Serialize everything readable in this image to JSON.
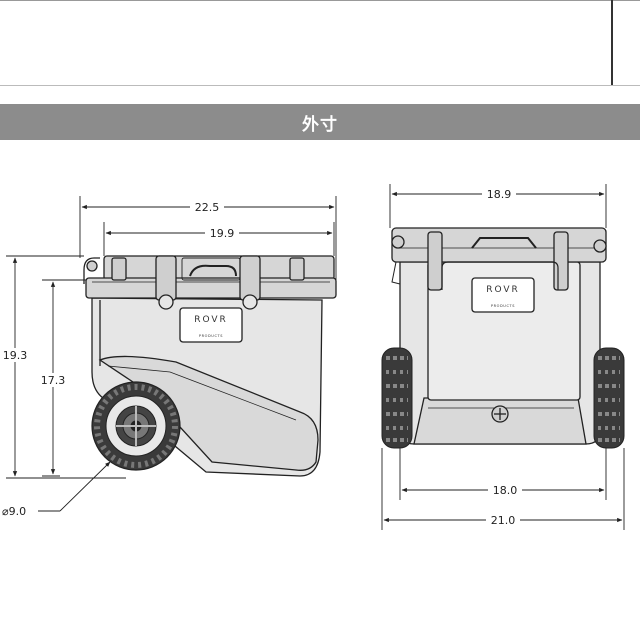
{
  "header": {
    "title": "外寸"
  },
  "side_view": {
    "overall_length": "22.5",
    "body_length": "19.9",
    "overall_height": "19.3",
    "body_height": "17.3",
    "wheel_diameter": "⌀9.0"
  },
  "front_view": {
    "lid_width": "18.9",
    "wheelbase_width": "18.0",
    "overall_width": "21.0"
  },
  "brand": {
    "logo": "ROVR",
    "sub": "PRODUCTS"
  },
  "colors": {
    "band": "#8c8c8c",
    "line": "#222222",
    "body": "#e6e6e6",
    "lid": "#d6d6d6",
    "tire": "#333333"
  }
}
